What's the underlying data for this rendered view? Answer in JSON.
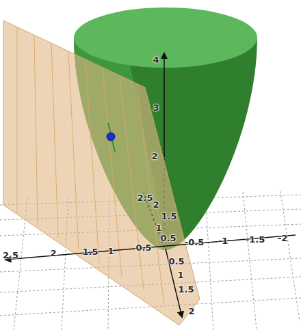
{
  "diagram": {
    "labels": [
      "4",
      "3",
      "2",
      "2.5",
      "2",
      "1.5",
      "1",
      "0.5",
      "2.5",
      "2",
      "1.5",
      "1",
      "0.5",
      "-0.5",
      "-1",
      "-1.5",
      "-2",
      "0.5",
      "1",
      "1.5",
      "2"
    ]
  }
}
